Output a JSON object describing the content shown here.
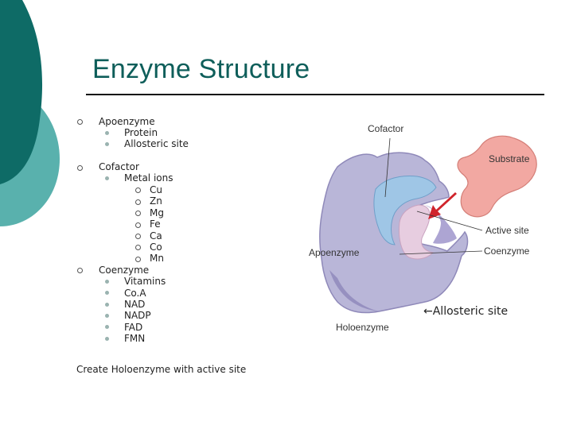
{
  "slide": {
    "title": "Enzyme Structure",
    "bullets": {
      "apoenzyme": "Apoenzyme",
      "protein": "Protein",
      "allosteric_site": "Allosteric site",
      "cofactor": "Cofactor",
      "metal_ions": "Metal ions",
      "ions": [
        "Cu",
        "Zn",
        "Mg",
        "Fe",
        "Ca",
        "Co",
        "Mn"
      ],
      "coenzyme": "Coenzyme",
      "vitamins": "Vitamins",
      "coa": "Co.A",
      "nad": "NAD",
      "nadp": "NADP",
      "fad": "FAD",
      "fmn": "FMN"
    },
    "footer": "Create Holoenzyme with active site",
    "callout": "Allosteric site",
    "callout_arrow": "←"
  },
  "figure": {
    "labels": {
      "cofactor": "Cofactor",
      "substrate": "Substrate",
      "active_site": "Active site",
      "apoenzyme": "Apoenzyme",
      "coenzyme": "Coenzyme",
      "holoenzyme": "Holoenzyme"
    },
    "colors": {
      "apoenzyme": "#b9b6d8",
      "cofactor": "#9fc6e6",
      "substrate": "#f2a8a2",
      "coenzyme": "#e7cde0",
      "arrow": "#d0242b",
      "teal_dark": "#0e6b66",
      "teal_light": "#59b1ad"
    }
  }
}
